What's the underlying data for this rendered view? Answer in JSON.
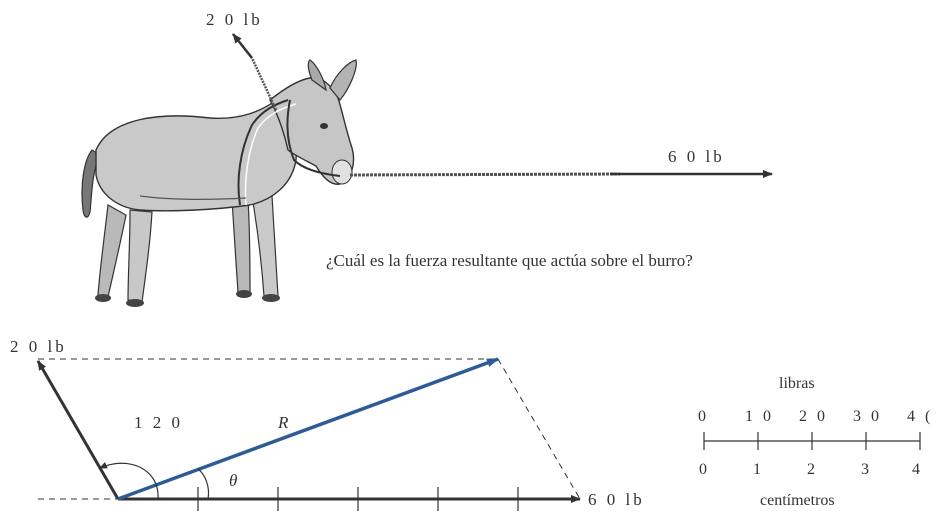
{
  "top_figure": {
    "force_up_label": "2 0  lb",
    "force_right_label": "6 0  lb",
    "question": "¿Cuál es la fuerza resultante que actúa sobre el burro?"
  },
  "vector_diagram": {
    "force_a_label": "2 0  lb",
    "force_b_label": "6 0  lb",
    "angle_label": "1 2 0",
    "resultant_label": "R",
    "theta_label": "θ",
    "colors": {
      "resultant": "#2e5b96",
      "ink": "#333333"
    }
  },
  "scale": {
    "top_title": "libras",
    "pounds_ticks": [
      "0",
      "1 0",
      "2 0",
      "3 0",
      "4 ("
    ],
    "cm_ticks": [
      "0",
      "1",
      "2",
      "3",
      "4"
    ],
    "bottom_title": "centímetros"
  }
}
